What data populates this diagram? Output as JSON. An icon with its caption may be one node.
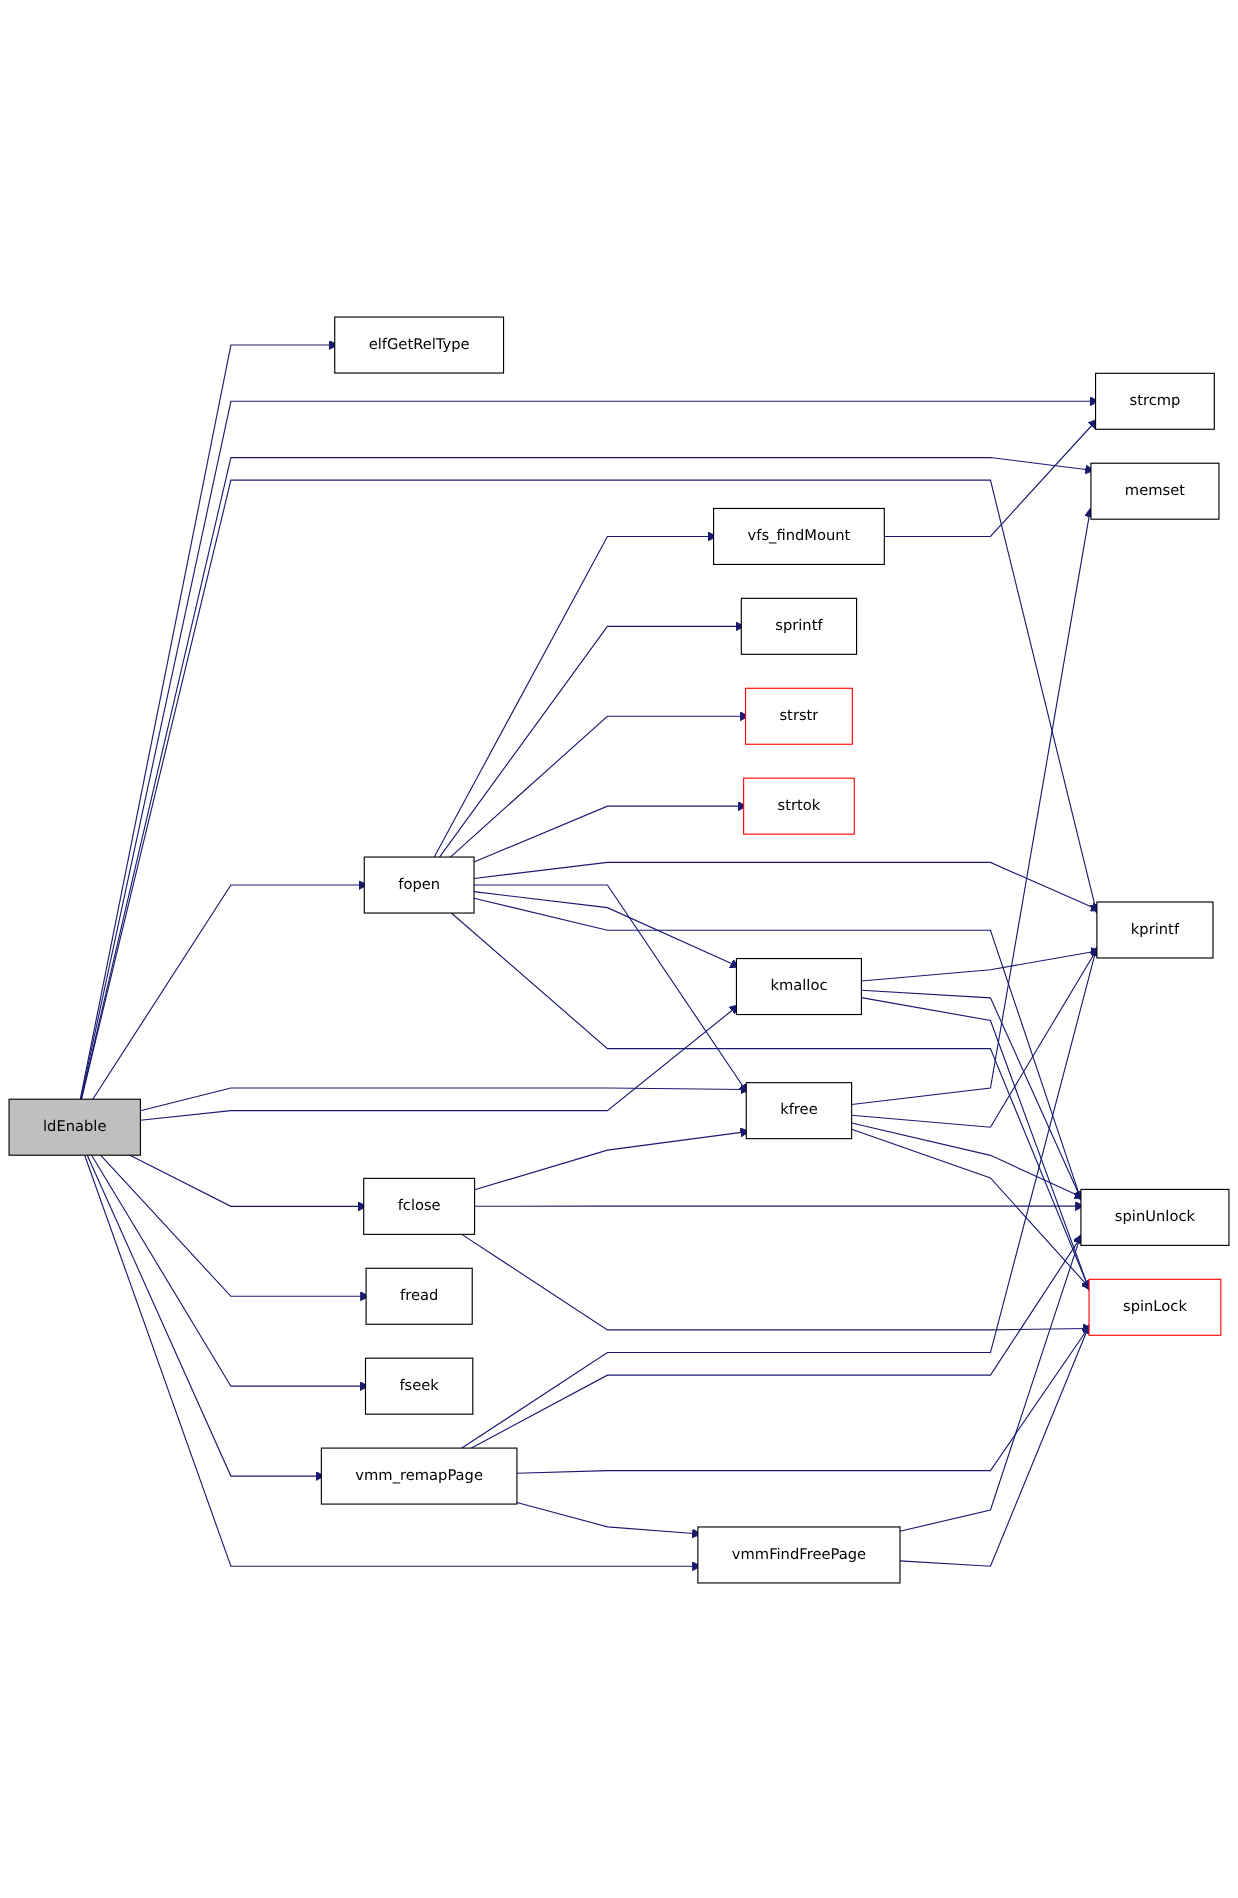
{
  "diagram": {
    "nodes": [
      {
        "text": [
          "elfGetRelType"
        ]
      },
      {
        "text": [
          "strcmp"
        ]
      },
      {
        "text": [
          "vfs_findMount"
        ]
      },
      {
        "text": [
          "memset"
        ]
      },
      {
        "text": [
          "sprintf"
        ]
      },
      {
        "text": [
          "strstr"
        ]
      },
      {
        "text": [
          "fopen"
        ]
      },
      {
        "text": [
          "strtok"
        ]
      },
      {
        "text": [
          "ldEnable"
        ]
      },
      {
        "text": [
          "kfree"
        ]
      },
      {
        "text": [
          "kprintf"
        ]
      },
      {
        "text": [
          "fclose"
        ]
      },
      {
        "text": [
          "kmalloc"
        ]
      },
      {
        "text": [
          "spinUnlock"
        ]
      },
      {
        "text": [
          "fread"
        ]
      },
      {
        "text": [
          "fseek"
        ]
      },
      {
        "text": [
          "vmm_remapPage"
        ]
      },
      {
        "text": [
          "spinLock"
        ]
      },
      {
        "text": [
          "vmmFindFreePage"
        ]
      }
    ],
    "edges": [
      {
        "from": 8,
        "to": 0,
        "arrow": "to"
      },
      {
        "from": 8,
        "to": 1,
        "arrow": "to"
      },
      {
        "from": 8,
        "to": 3,
        "arrow": "to"
      },
      {
        "from": 8,
        "to": 10,
        "arrow": "to"
      },
      {
        "from": 8,
        "to": 6,
        "arrow": "to"
      },
      {
        "from": 8,
        "to": 9,
        "arrow": "to"
      },
      {
        "from": 8,
        "to": 12,
        "arrow": "to"
      },
      {
        "from": 8,
        "to": 11,
        "arrow": "to"
      },
      {
        "from": 8,
        "to": 14,
        "arrow": "to"
      },
      {
        "from": 8,
        "to": 15,
        "arrow": "to"
      },
      {
        "from": 8,
        "to": 16,
        "arrow": "to"
      },
      {
        "from": 8,
        "to": 18,
        "arrow": "to"
      },
      {
        "from": 6,
        "to": 2,
        "arrow": "to"
      },
      {
        "from": 6,
        "to": 4,
        "arrow": "to"
      },
      {
        "from": 6,
        "to": 5,
        "arrow": "to"
      },
      {
        "from": 6,
        "to": 7,
        "arrow": "to"
      },
      {
        "from": 6,
        "to": 10,
        "arrow": "to"
      },
      {
        "from": 6,
        "to": 9,
        "arrow": "to"
      },
      {
        "from": 6,
        "to": 12,
        "arrow": "to"
      },
      {
        "from": 6,
        "to": 13,
        "arrow": "to"
      },
      {
        "from": 6,
        "to": 17,
        "arrow": "to"
      },
      {
        "from": 2,
        "to": 1,
        "arrow": "to"
      },
      {
        "from": 9,
        "to": 3,
        "arrow": "to"
      },
      {
        "from": 9,
        "to": 10,
        "arrow": "to"
      },
      {
        "from": 9,
        "to": 13,
        "arrow": "to"
      },
      {
        "from": 9,
        "to": 17,
        "arrow": "to"
      },
      {
        "from": 11,
        "to": 9,
        "arrow": "to"
      },
      {
        "from": 11,
        "to": 13,
        "arrow": "to"
      },
      {
        "from": 11,
        "to": 17,
        "arrow": "to"
      },
      {
        "from": 12,
        "to": 10,
        "arrow": "to"
      },
      {
        "from": 12,
        "to": 13,
        "arrow": "to"
      },
      {
        "from": 12,
        "to": 17,
        "arrow": "to"
      },
      {
        "from": 16,
        "to": 10,
        "arrow": "to"
      },
      {
        "from": 16,
        "to": 13,
        "arrow": "to"
      },
      {
        "from": 16,
        "to": 17,
        "arrow": "to"
      },
      {
        "from": 16,
        "to": 18,
        "arrow": "to"
      },
      {
        "from": 18,
        "to": 13,
        "arrow": "to"
      },
      {
        "from": 18,
        "to": 17,
        "arrow": "to"
      }
    ]
  }
}
